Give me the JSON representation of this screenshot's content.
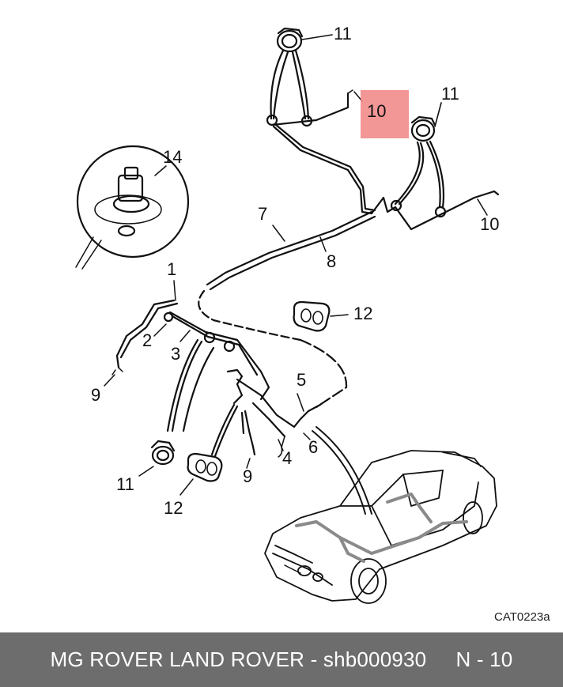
{
  "diagram": {
    "callouts": {
      "c11a": "11",
      "c10a": "10",
      "c11b": "11",
      "c10b": "10",
      "c14": "14",
      "c7": "7",
      "c8": "8",
      "c1": "1",
      "c12a": "12",
      "c2": "2",
      "c3": "3",
      "c9a": "9",
      "c5": "5",
      "c6": "6",
      "c4": "4",
      "c9b": "9",
      "c11c": "11",
      "c12b": "12"
    },
    "catalog_ref": "CAT0223a",
    "highlight_color": "#f28b8b"
  },
  "footer": {
    "text": "MG ROVER LAND ROVER - shb000930     N - 10",
    "background": "#6d6d6d"
  }
}
